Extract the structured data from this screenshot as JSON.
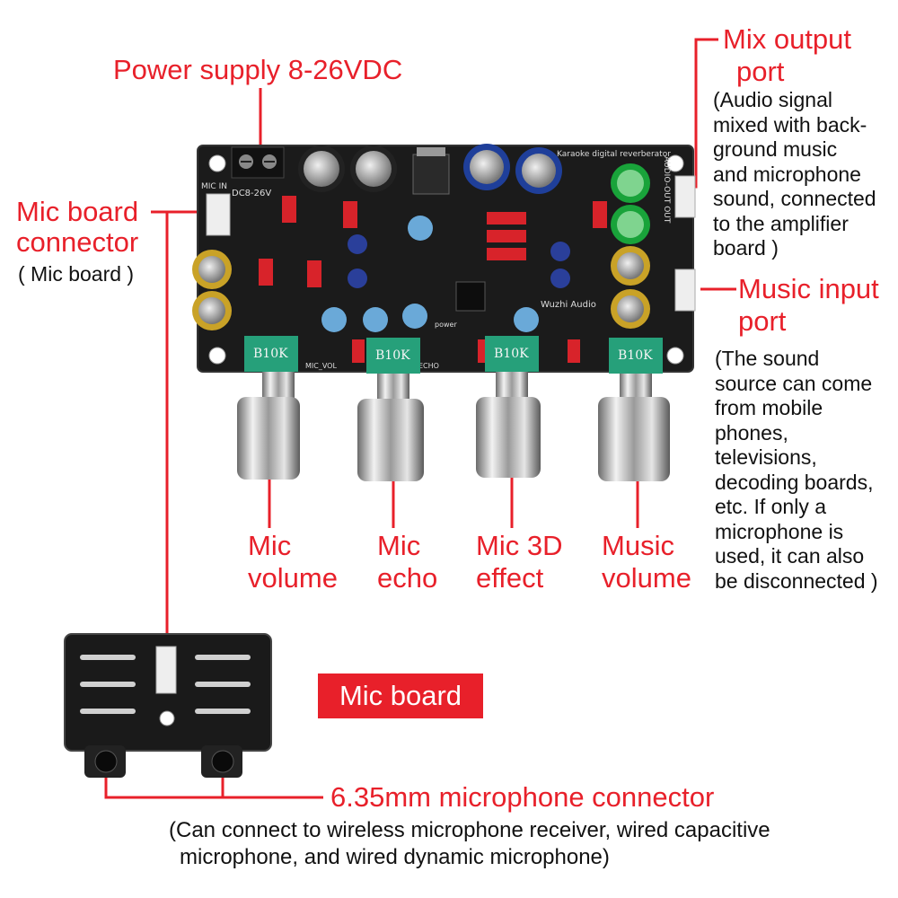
{
  "colors": {
    "accent": "#e8202a",
    "text": "#111111",
    "board": "#1b1b1b"
  },
  "labels": {
    "power_supply": "Power supply 8-26VDC",
    "mix_output_line1": "Mix output",
    "mix_output_line2": "port",
    "mix_output_note": [
      "(Audio signal",
      "mixed with back-",
      "ground music",
      "and microphone",
      "sound, connected",
      "to the amplifier",
      "board )"
    ],
    "mic_board_connector_line1": "Mic board",
    "mic_board_connector_line2": "connector",
    "mic_board_connector_note": "( Mic board )",
    "music_input_line1": "Music input",
    "music_input_line2": "port",
    "music_input_note": [
      "(The sound",
      "source can come",
      "from mobile",
      "phones,",
      "televisions,",
      "decoding boards,",
      "etc. If only a",
      "microphone is",
      "used, it can also",
      "be disconnected )"
    ],
    "knobs": [
      {
        "line1": "Mic",
        "line2": "volume"
      },
      {
        "line1": "Mic",
        "line2": "echo"
      },
      {
        "line1": "Mic 3D",
        "line2": "effect"
      },
      {
        "line1": "Music",
        "line2": "volume"
      }
    ],
    "mic_board_badge": "Mic board",
    "connector_title": "6.35mm microphone connector",
    "connector_note_line1": "(Can connect to wireless microphone receiver, wired capacitive",
    "connector_note_line2": "microphone, and wired dynamic microphone)"
  },
  "board": {
    "silkscreen": {
      "title": "Karaoke digital reverberator",
      "voltage": "DC8-26V",
      "mic_in": "MIC IN",
      "audio_out": "AUDIO-OUT OUT",
      "brand": "Wuzhi Audio",
      "power": "power",
      "mic_vol": "MIC_VOL",
      "echo": "ECHO",
      "pot_value": "B10K"
    }
  }
}
